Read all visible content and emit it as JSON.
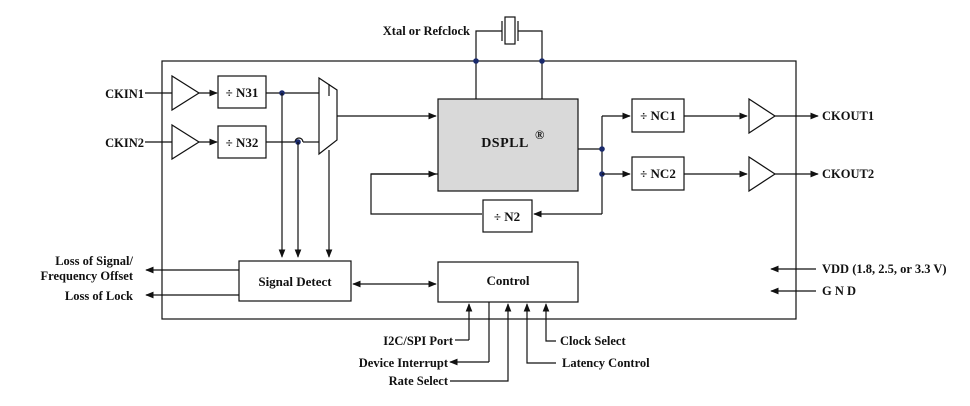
{
  "palette": {
    "line": "#111111",
    "dspll_fill": "#d9d9d9",
    "junction_dot": "#1a2a6c"
  },
  "labels": {
    "xtal": "Xtal or Refclock",
    "ckin1": "CKIN1",
    "ckin2": "CKIN2",
    "ckout1": "CKOUT1",
    "ckout2": "CKOUT2",
    "vdd": "VDD (1.8, 2.5, or 3.3 V)",
    "gnd": "G N D",
    "los_line1": "Loss of Signal/",
    "los_line2": "Frequency Offset",
    "lol": "Loss of Lock",
    "i2c": "I2C/SPI Port",
    "device_interrupt": "Device Interrupt",
    "rate_select": "Rate Select",
    "clock_select": "Clock Select",
    "latency_control": "Latency Control"
  },
  "blocks": {
    "n31": "÷ N31",
    "n32": "÷ N32",
    "dspll": "DSPLL",
    "dspll_mark": "®",
    "nc1": "÷ NC1",
    "nc2": "÷ NC2",
    "n2": "÷ N2",
    "signal_detect": "Signal Detect",
    "control": "Control"
  }
}
